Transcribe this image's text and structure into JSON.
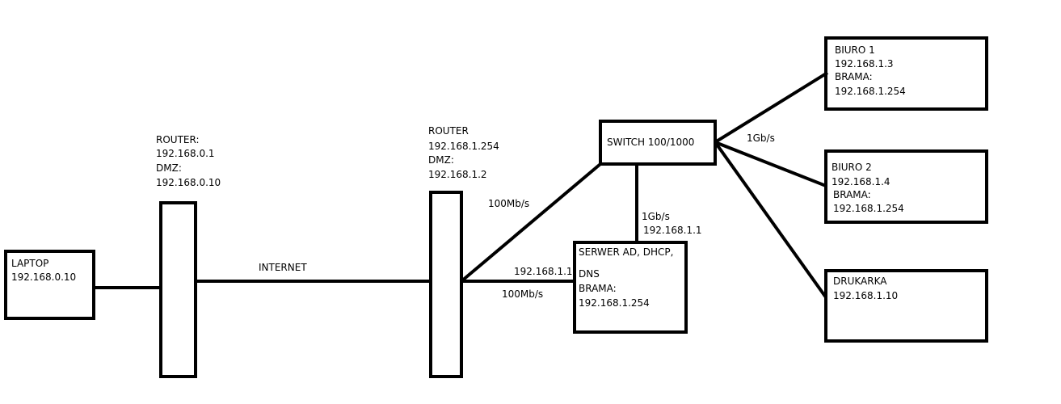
{
  "nodes": {
    "laptop": {
      "name": "LAPTOP",
      "ip": "192.168.0.10"
    },
    "router1": {
      "name": "ROUTER:",
      "ip": "192.168.0.1",
      "dmz_label": "DMZ:",
      "dmz_ip": "192.168.0.10"
    },
    "router2": {
      "name": "ROUTER",
      "ip": "192.168.1.254",
      "dmz_label": "DMZ:",
      "dmz_ip": "192.168.1.2"
    },
    "switch": {
      "name": "SWITCH 100/1000"
    },
    "server": {
      "line1": "SERWER AD, DHCP,",
      "line2": "DNS",
      "gateway_label": "BRAMA:",
      "gateway_ip": "192.168.1.254"
    },
    "office1": {
      "name": "BIURO 1",
      "ip": "192.168.1.3",
      "gateway_label": "BRAMA:",
      "gateway_ip": "192.168.1.254"
    },
    "office2": {
      "name": "BIURO 2",
      "ip": "192.168.1.4",
      "gateway_label": "BRAMA:",
      "gateway_ip": "192.168.1.254"
    },
    "printer": {
      "name": "DRUKARKA",
      "ip": "192.168.1.10"
    }
  },
  "links": {
    "internet": "INTERNET",
    "router_switch_speed": "100Mb/s",
    "router_server_ip": "192.168.1.1",
    "router_server_speed": "100Mb/s",
    "switch_server_speed": "1Gb/s",
    "switch_server_ip": "192.168.1.1",
    "switch_offices_speed": "1Gb/s"
  }
}
